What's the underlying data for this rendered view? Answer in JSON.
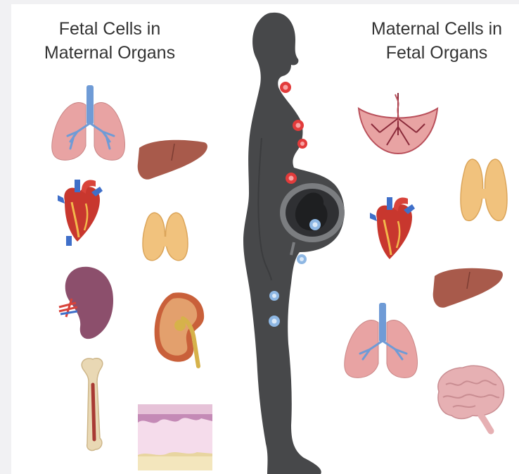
{
  "left_heading": {
    "line1": "Fetal Cells in",
    "line2": "Maternal Organs"
  },
  "right_heading": {
    "line1": "Maternal Cells in",
    "line2": "Fetal Organs"
  },
  "left_organs": [
    "lungs-icon",
    "heart-icon",
    "spleen-icon",
    "bone-icon",
    "liver-icon",
    "thyroid-icon",
    "kidney-icon",
    "skin-icon"
  ],
  "right_organs": [
    "placenta-icon",
    "thyroid-icon",
    "heart-icon",
    "liver-icon",
    "lungs-icon",
    "brain-icon"
  ],
  "colors": {
    "silhouette": "#47484a",
    "fetal_cell": "#e23b3b",
    "maternal_cell": "#8eb7e3",
    "lung": "#e8a3a3",
    "airway": "#6f9bd6",
    "liver": "#a85a4b",
    "thyroid": "#f1c27d",
    "spleen": "#8c4f6c",
    "heart": "#c8372e",
    "brain": "#e6b0b3"
  }
}
